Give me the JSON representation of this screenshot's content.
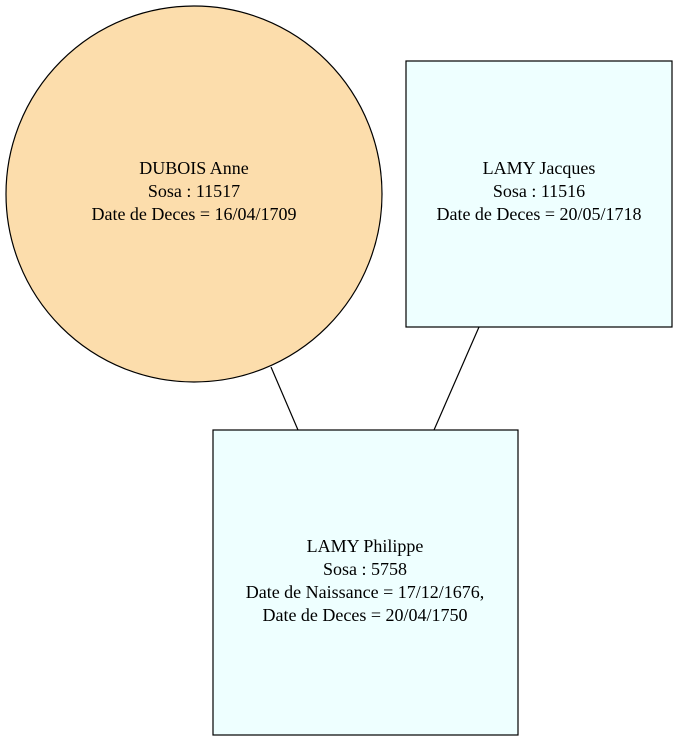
{
  "colors": {
    "female_fill": "#FCDDAC",
    "male_fill": "#EEFFFF",
    "stroke": "#000000",
    "edge": "#000000",
    "background": "#FFFFFF"
  },
  "nodes": {
    "mother": {
      "shape": "ellipse",
      "name": "DUBOIS Anne",
      "sosa": "Sosa : 11517",
      "death": "Date de Deces = 16/04/1709"
    },
    "father": {
      "shape": "box",
      "name": "LAMY Jacques",
      "sosa": "Sosa : 11516",
      "death": "Date de Deces = 20/05/1718"
    },
    "child": {
      "shape": "box",
      "name": "LAMY Philippe",
      "sosa": "Sosa : 5758",
      "birth": "Date de Naissance = 17/12/1676,",
      "death": "Date de Deces = 20/04/1750"
    }
  },
  "edges": [
    {
      "from": "mother",
      "to": "child"
    },
    {
      "from": "father",
      "to": "child"
    }
  ]
}
